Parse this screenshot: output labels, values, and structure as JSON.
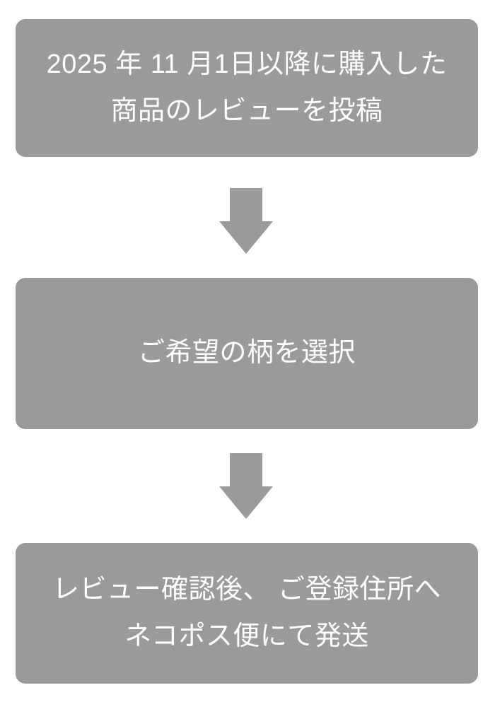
{
  "diagram": {
    "title": "review-flow",
    "background_color": "#ffffff",
    "box_color": "#9a9a9a",
    "text_color": "#ffffff",
    "arrow_color": "#9a9a9a",
    "steps": [
      {
        "id": "step-1",
        "lines": [
          "2025 年 11 月1日以降に購入した",
          "商品のレビューを投稿"
        ]
      },
      {
        "id": "step-2",
        "lines": [
          "ご希望の柄を選択"
        ]
      },
      {
        "id": "step-3",
        "lines": [
          "レビュー確認後、 ご登録住所へ",
          "ネコポス便にて発送"
        ]
      }
    ],
    "connectors": [
      {
        "id": "arrow-1",
        "icon": "arrow-down-icon",
        "from": "step-1",
        "to": "step-2"
      },
      {
        "id": "arrow-2",
        "icon": "arrow-down-icon",
        "from": "step-2",
        "to": "step-3"
      }
    ]
  }
}
